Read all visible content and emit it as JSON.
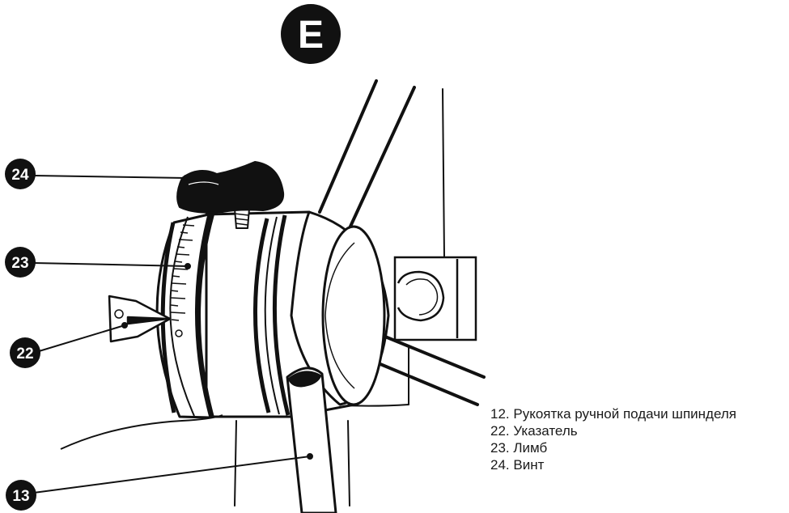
{
  "section_badge": "E",
  "callouts": {
    "c24": "24",
    "c23": "23",
    "c22": "22",
    "c13": "13"
  },
  "legend": [
    "12. Рукоятка ручной подачи шпинделя",
    "22. Указатель",
    "23. Лимб",
    "24. Винт"
  ],
  "colors": {
    "ink": "#111111",
    "background": "#ffffff"
  }
}
